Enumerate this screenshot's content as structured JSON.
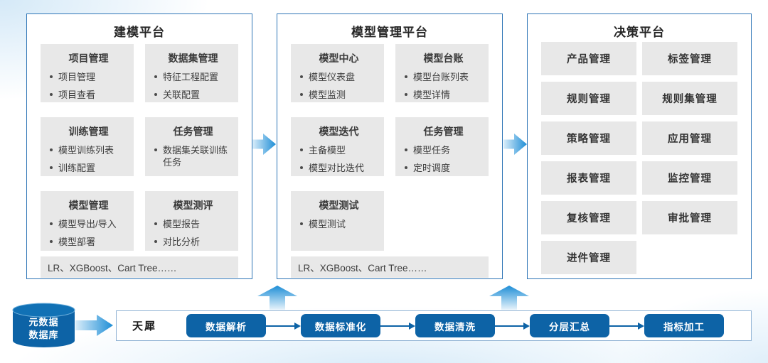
{
  "colors": {
    "panel_border": "#2E75B6",
    "card_background": "#E8E8E8",
    "primary_blue": "#0D63A6",
    "arrow_gradient_light": "#CBE6F7",
    "arrow_gradient_dark": "#1E8ED6",
    "pipeline_border": "#8FB2D4",
    "text_dark": "#3D3D3D"
  },
  "platforms": [
    {
      "title": "建模平台",
      "cards": [
        {
          "title": "项目管理",
          "items": [
            "项目管理",
            "项目查看"
          ]
        },
        {
          "title": "数据集管理",
          "items": [
            "特征工程配置",
            "关联配置"
          ]
        },
        {
          "title": "训练管理",
          "items": [
            "模型训练列表",
            "训练配置"
          ]
        },
        {
          "title": "任务管理",
          "items": [
            "数据集关联训练任务"
          ]
        },
        {
          "title": "模型管理",
          "items": [
            "模型导出/导入",
            "模型部署"
          ]
        },
        {
          "title": "模型测评",
          "items": [
            "模型报告",
            "对比分析"
          ]
        }
      ],
      "footer": "LR、XGBoost、Cart Tree……"
    },
    {
      "title": "模型管理平台",
      "cards": [
        {
          "title": "模型中心",
          "items": [
            "模型仪表盘",
            "模型监测"
          ]
        },
        {
          "title": "模型台账",
          "items": [
            "模型台账列表",
            "模型详情"
          ]
        },
        {
          "title": "模型迭代",
          "items": [
            "主备模型",
            "模型对比迭代"
          ]
        },
        {
          "title": "任务管理",
          "items": [
            "模型任务",
            "定时调度"
          ]
        },
        {
          "title": "模型测试",
          "items": [
            "模型测试"
          ]
        }
      ],
      "footer": "LR、XGBoost、Cart Tree……"
    },
    {
      "title": "决策平台",
      "cards": [
        {
          "label": "产品管理"
        },
        {
          "label": "标签管理"
        },
        {
          "label": "规则管理"
        },
        {
          "label": "规则集管理"
        },
        {
          "label": "策略管理"
        },
        {
          "label": "应用管理"
        },
        {
          "label": "报表管理"
        },
        {
          "label": "监控管理"
        },
        {
          "label": "复核管理"
        },
        {
          "label": "审批管理"
        },
        {
          "label": "进件管理"
        }
      ]
    }
  ],
  "database": {
    "label_line1": "元数据",
    "label_line2": "数据库"
  },
  "pipeline": {
    "source_label": "天犀",
    "steps": [
      "数据解析",
      "数据标准化",
      "数据清洗",
      "分层汇总",
      "指标加工"
    ]
  }
}
